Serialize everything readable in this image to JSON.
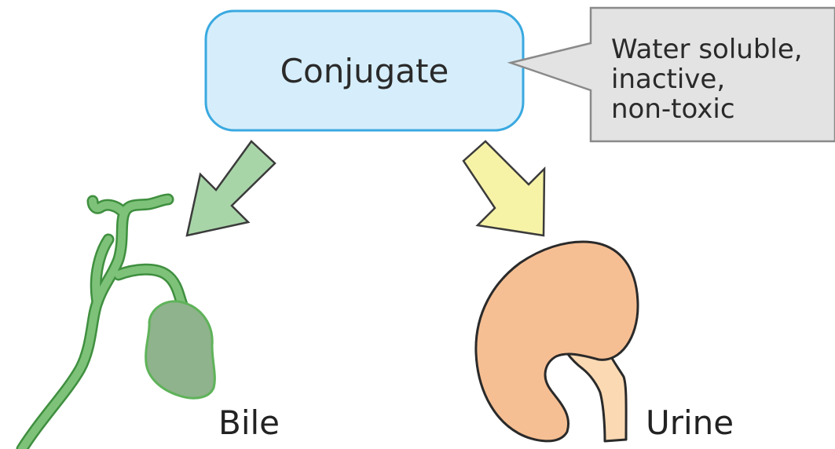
{
  "conjugate": {
    "label": "Conjugate"
  },
  "properties_callout": {
    "lines": [
      "Water soluble,",
      "inactive,",
      "non-toxic"
    ]
  },
  "outputs": {
    "bile": "Bile",
    "urine": "Urine"
  },
  "colors": {
    "node_fill": "#d6eefb",
    "node_stroke": "#3aa9e0",
    "callout_fill": "#e3e3e3",
    "callout_stroke": "#8a8a8a",
    "bile_arrow": "#a8d5a8",
    "urine_arrow": "#f7f3a6",
    "gallbladder": "#8fb38c",
    "bile_duct": "#6fb06b",
    "kidney": "#f6bf93",
    "ureter": "#fbd9b3"
  }
}
